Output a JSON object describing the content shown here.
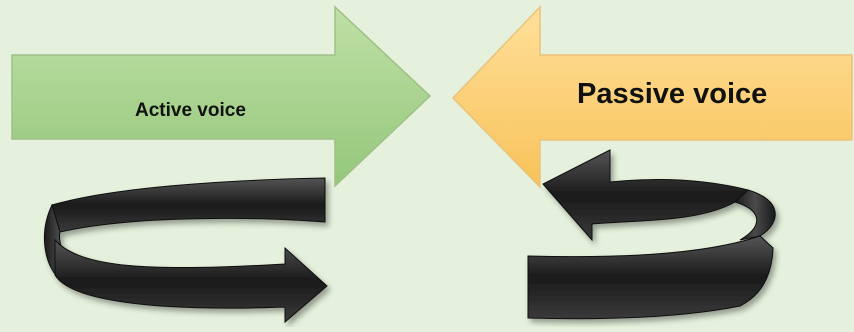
{
  "diagram": {
    "left_arrow": {
      "label": "Active voice",
      "fill": "#a9d08e",
      "fill_light": "#c8e3b4",
      "fill_dark": "#8fbf73",
      "direction": "right",
      "icon": "arrow-right-icon"
    },
    "right_arrow": {
      "label": "Passive voice",
      "fill": "#ffd37a",
      "fill_light": "#ffe3a8",
      "fill_dark": "#f5c45c",
      "direction": "left",
      "icon": "arrow-left-icon"
    },
    "left_curl": {
      "icon": "curved-arrow-right-icon",
      "color": "#2b2b2b"
    },
    "right_curl": {
      "icon": "curved-arrow-left-icon",
      "color": "#2b2b2b"
    },
    "background": "#e5f1dc"
  }
}
